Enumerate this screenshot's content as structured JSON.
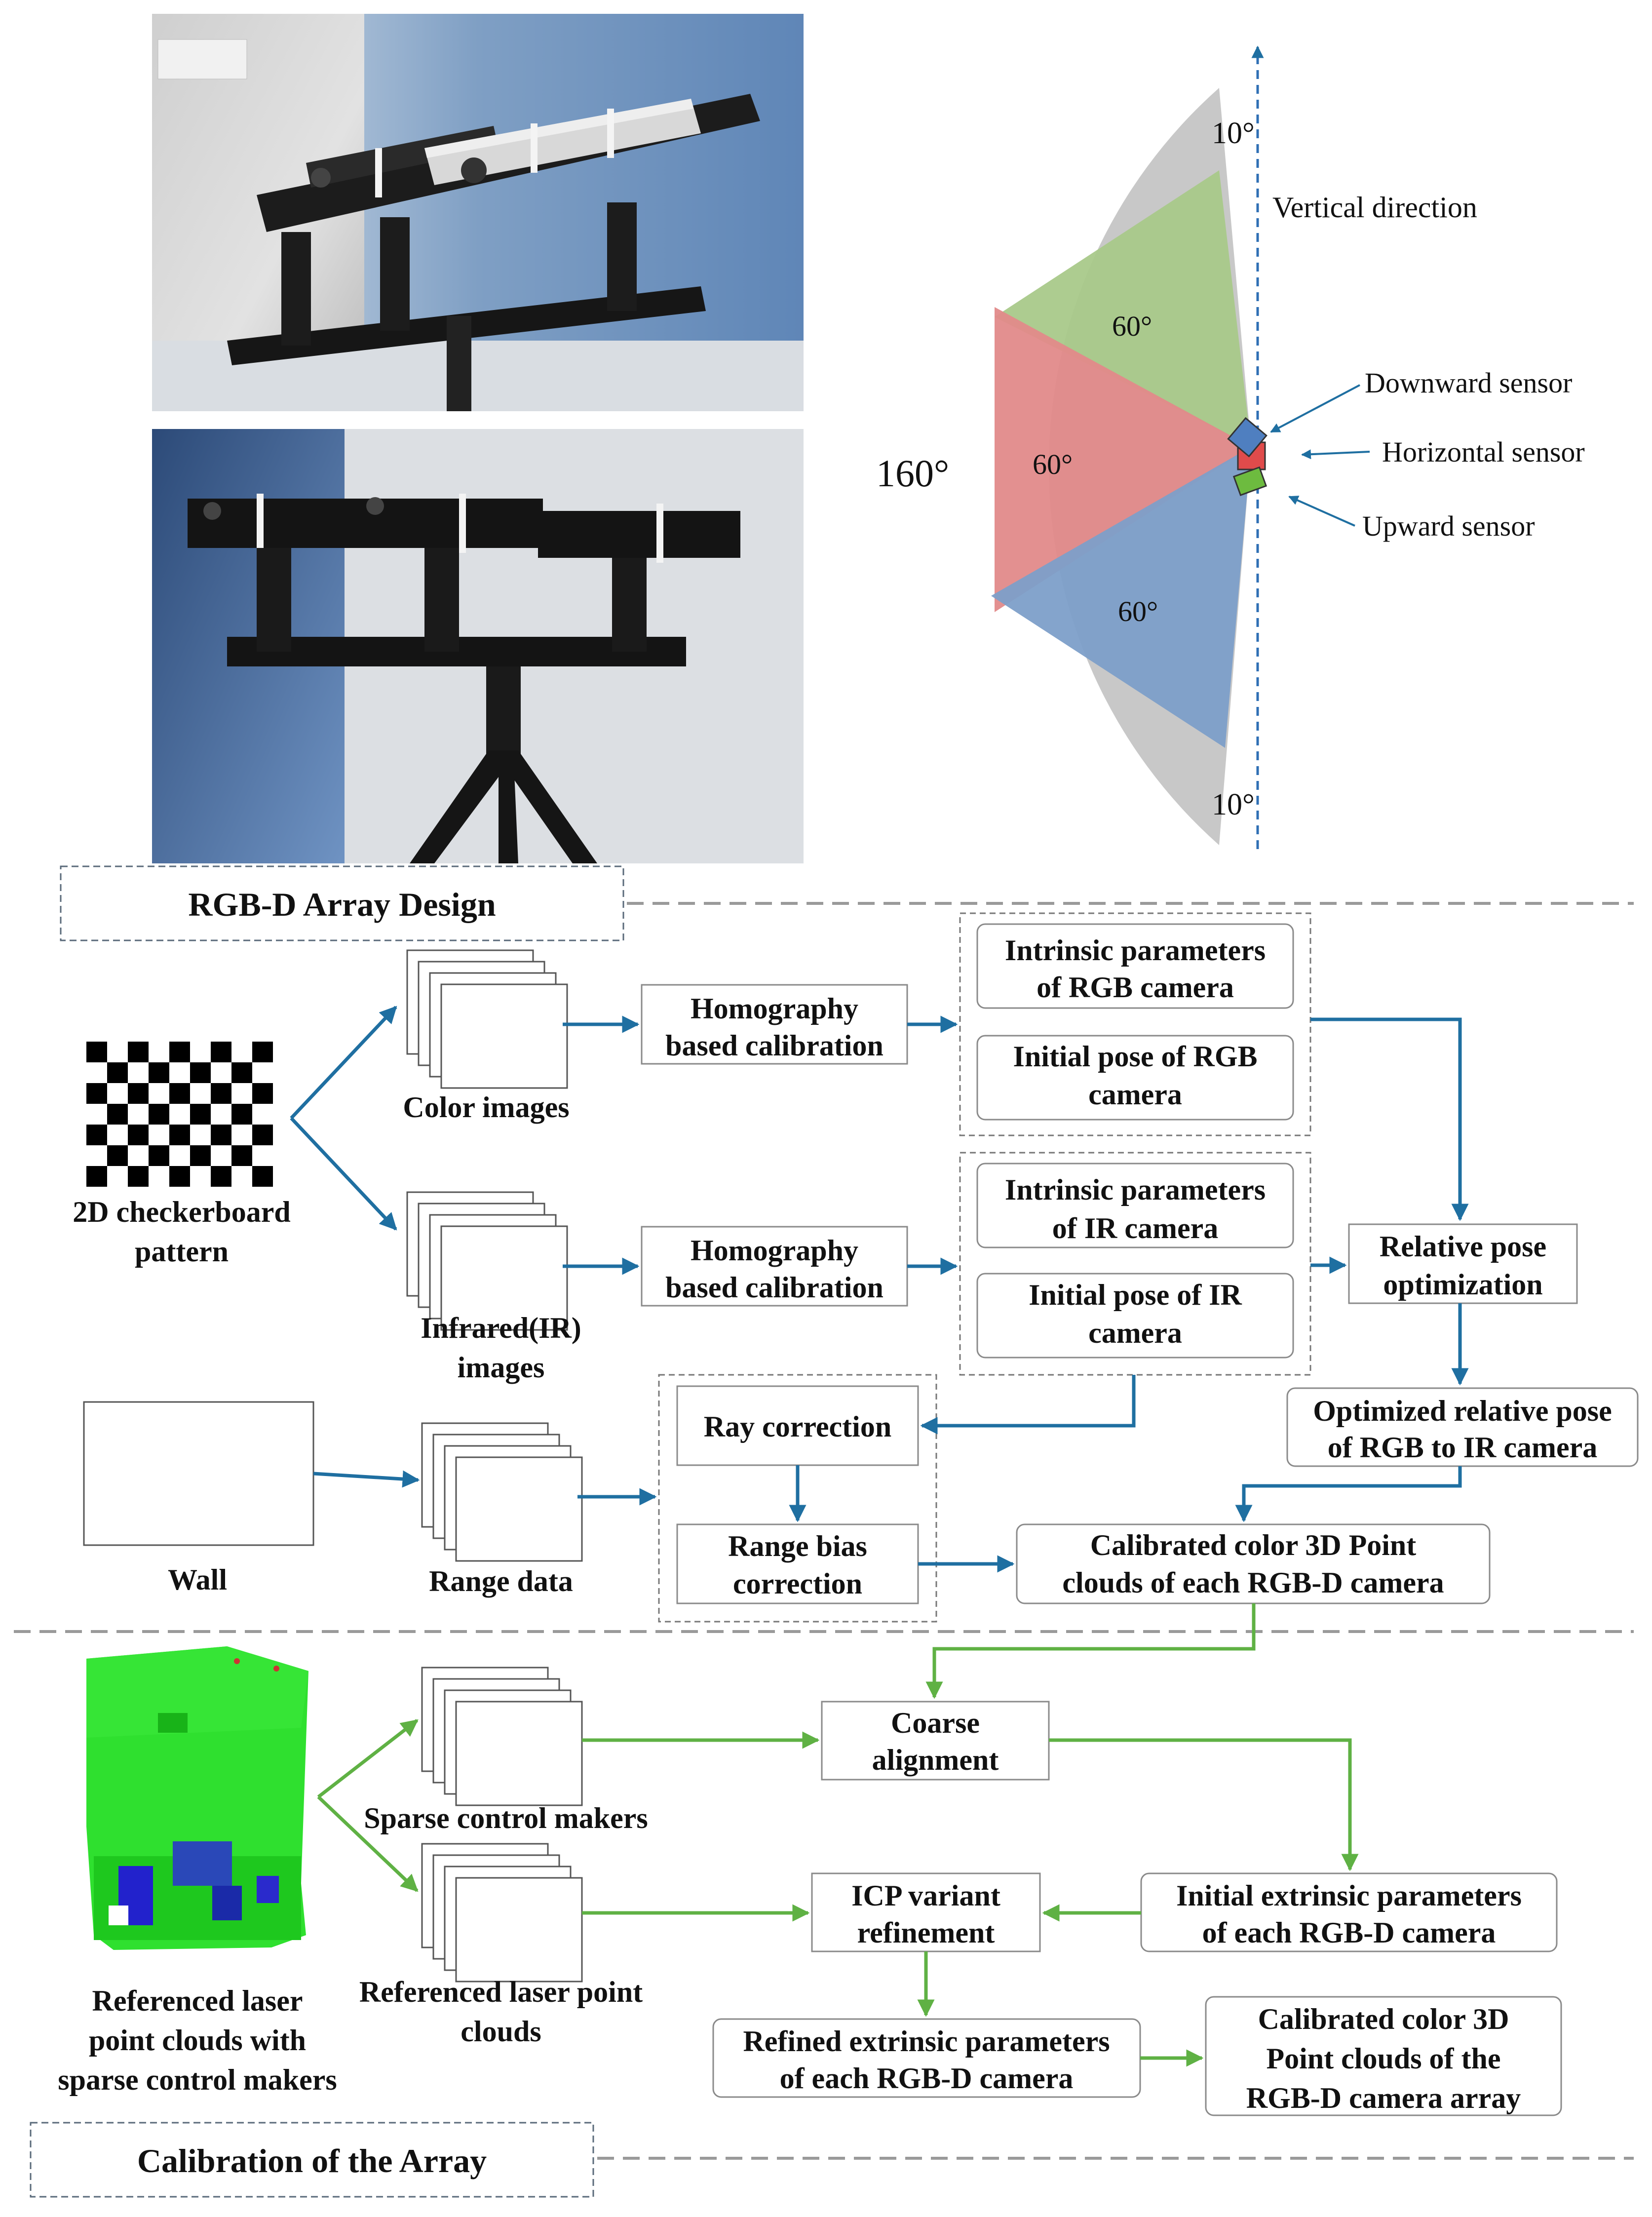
{
  "colors": {
    "blue_arrow": "#1f6fa1",
    "green_arrow": "#5fb144",
    "box_border": "#8a8a8a",
    "dashed": "#9a9a9a",
    "fov_gray": "#c8c8c8",
    "fov_green": "#a9c98a",
    "fov_red": "#e28a8a",
    "fov_blue": "#7d9fc9",
    "sensor_blue": "#4f7fc0",
    "sensor_red": "#e04b4b",
    "sensor_green": "#6dbb3f",
    "laser_green": "#2fe02f",
    "wall_fill": "#ffffff"
  },
  "fov": {
    "total_angle": "160°",
    "upper_angle": "60°",
    "middle_angle": "60°",
    "lower_angle": "60°",
    "top_gap": "10°",
    "bottom_gap": "10°",
    "vertical_label": "Vertical direction",
    "downward_label": "Downward sensor",
    "horizontal_label": "Horizontal sensor",
    "upward_label": "Upward sensor"
  },
  "sections": {
    "design_title": "RGB-D Array Design",
    "calibration_title": "Calibration of the Array"
  },
  "pipeline": {
    "checkerboard": [
      "2D checkerboard",
      "pattern"
    ],
    "color_images": "Color images",
    "ir_images": [
      "Infrared(IR)",
      "images"
    ],
    "homography_top": [
      "Homography",
      "based calibration"
    ],
    "homography_bottom": [
      "Homography",
      "based calibration"
    ],
    "intrinsic_rgb": [
      "Intrinsic parameters",
      "of RGB camera"
    ],
    "initial_rgb": [
      "Initial pose of RGB",
      "camera"
    ],
    "intrinsic_ir": [
      "Intrinsic parameters",
      "of IR camera"
    ],
    "initial_ir": [
      "Initial pose of IR",
      "camera"
    ],
    "relative_pose": [
      "Relative pose",
      "optimization"
    ],
    "optimized_pose": [
      "Optimized relative pose",
      "of RGB to IR camera"
    ],
    "wall": "Wall",
    "range_data": "Range data",
    "ray_correction": "Ray correction",
    "range_bias": [
      "Range bias",
      "correction"
    ],
    "calibrated_clouds": [
      "Calibrated color 3D Point",
      "clouds of each RGB-D camera"
    ]
  },
  "calibration": {
    "laser_caption": [
      "Referenced laser",
      "point clouds with",
      "sparse control makers"
    ],
    "sparse_makers": "Sparse control makers",
    "laser_clouds": [
      "Referenced laser point",
      "clouds"
    ],
    "coarse": [
      "Coarse",
      "alignment"
    ],
    "initial_extrinsic": [
      "Initial extrinsic parameters",
      "of each RGB-D camera"
    ],
    "icp": [
      "ICP variant",
      "refinement"
    ],
    "refined_extrinsic": [
      "Refined extrinsic parameters",
      "of each RGB-D camera"
    ],
    "final": [
      "Calibrated color 3D",
      "Point clouds of the",
      "RGB-D camera array"
    ]
  }
}
